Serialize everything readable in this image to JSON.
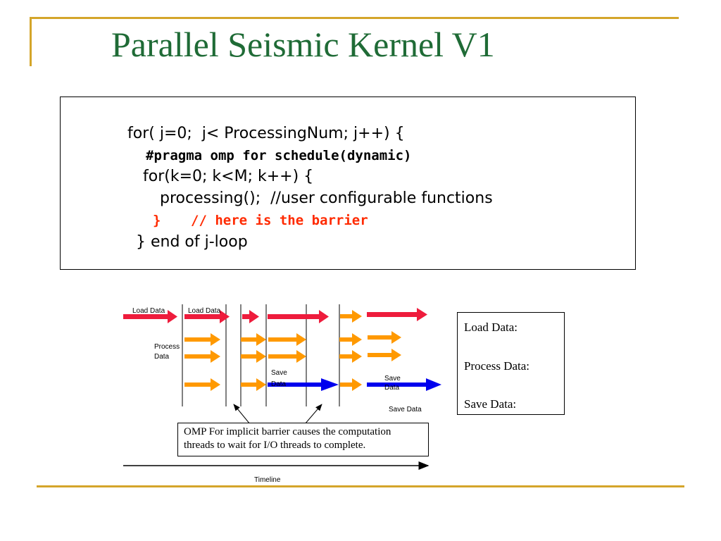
{
  "slide": {
    "title": "Parallel Seismic Kernel V1",
    "accent_color": "#d4a52a",
    "title_color": "#1f6b36"
  },
  "code": {
    "line1": "for( j=0;  j< ProcessingNum; j++) {",
    "line2": "#pragma omp for schedule(dynamic)",
    "line3": "for(k=0; k<M; k++) {",
    "line4": "processing();  //user configurable functions",
    "line5_brace": "}",
    "line5_comment": "// here is the barrier",
    "line6": "} end of j-loop"
  },
  "diagram": {
    "labels": {
      "load1": "Load Data",
      "load2": "Load Data",
      "process": [
        "Process",
        "Data"
      ],
      "save1": [
        "Save",
        "Data"
      ],
      "save2": [
        "Save",
        "Data"
      ],
      "save3": "Save Data",
      "timeline": "Timeline"
    },
    "colors": {
      "load": "#ee1c3c",
      "process": "#ff9900",
      "save": "#0000ee"
    }
  },
  "legend": {
    "items": [
      "Load Data:",
      "Process Data:",
      "Save Data:"
    ]
  },
  "note": {
    "text": "OMP For implicit barrier causes the computation threads to wait for I/O threads to complete."
  }
}
